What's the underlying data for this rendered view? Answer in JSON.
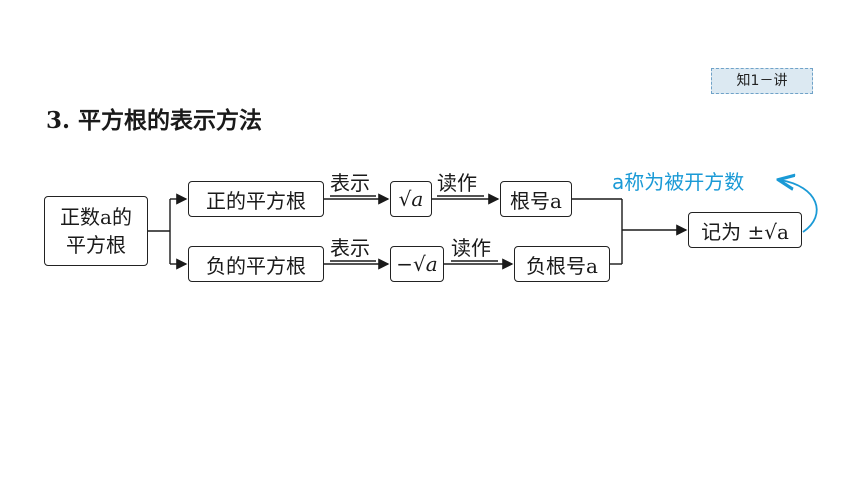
{
  "badge": "知1－讲",
  "title": "3. 平方根的表示方法",
  "diagram": {
    "source": {
      "line1": "正数a的",
      "line2": "平方根"
    },
    "top": {
      "node": "正的平方根",
      "edge1": "表示",
      "expr": "√a",
      "edge2": "读作",
      "reading": "根号a"
    },
    "bottom": {
      "node": "负的平方根",
      "edge1": "表示",
      "expr": "−√a",
      "edge2": "读作",
      "reading": "负根号a"
    },
    "result": "记为 ±√a",
    "note": "a称为被开方数"
  }
}
